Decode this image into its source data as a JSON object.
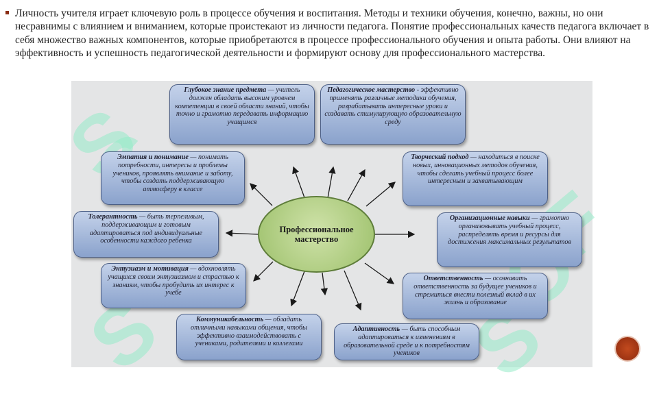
{
  "intro_text": "Личность учителя играет ключевую роль в процессе обучения и воспитания. Методы и техники обучения, конечно, важны, но они несравнимы с влиянием и вниманием, которые проистекают из личности педагога. Понятие профессиональных качеств педагога включает в себя множество важных компонентов, которые приобретаются в процессе профессионального обучения и опыта работы. Они влияют на эффективность и успешность педагогической деятельности и формируют основу для профессионального мастерства.",
  "watermark": "SOFT",
  "center": "Профессиональное мастерство",
  "boxes": {
    "knowledge": {
      "title": "Глубокое знание предмета",
      "text": "— учитель должен обладать высоким уровнем компетенции в своей области знаний, чтобы точно и грамотно передавать информацию учащимся"
    },
    "mastery": {
      "title": "Педагогическое мастерство",
      "text": "- эффективно применять различные методики обучения, разрабатывать интересные уроки и создавать стимулирующую образовательную среду"
    },
    "empathy": {
      "title": "Эмпатия и понимание",
      "text": "— понимать потребности, интересы и проблемы учеников, проявлять внимание и заботу, чтобы создать поддерживающую атмосферу в классе"
    },
    "creative": {
      "title": "Творческий подход",
      "text": "— находиться в поиске новых, инновационных методов обучения, чтобы сделать учебный процесс более интересным и захватывающим"
    },
    "tolerance": {
      "title": "Толерантность",
      "text": "— быть терпеливым, поддерживающим и готовым адаптироваться под индивидуальные особенности каждого ребенка"
    },
    "organization": {
      "title": "Организационные навыки",
      "text": "— грамотно организовывать учебный процесс, распределять время и ресурсы для достижения максимальных результатов"
    },
    "enthusiasm": {
      "title": "Энтузиазм и мотивация",
      "text": "— вдохновлять учащихся своим энтузиазмом и страстью к знаниям, чтобы пробудить их интерес к учебе"
    },
    "responsibility": {
      "title": "Ответственность",
      "text": "— осознавать ответственность за будущее учеников и стремиться внести полезный вклад в их жизнь и образование"
    },
    "communication": {
      "title": "Коммуникабельность",
      "text": "— обладать отличными навыками общения, чтобы эффективно взаимодействовать с учениками, родителями и коллегами"
    },
    "adaptability": {
      "title": "Адаптивность",
      "text": "— быть способным адаптироваться к изменениям в образовательной среде и к потребностям учеников"
    }
  },
  "colors": {
    "box_fill": "#a9bbdc",
    "box_border": "#4c5f86",
    "center_fill": "#b6d38a",
    "bullet": "#8a2d14",
    "nav": "#b23a17"
  }
}
